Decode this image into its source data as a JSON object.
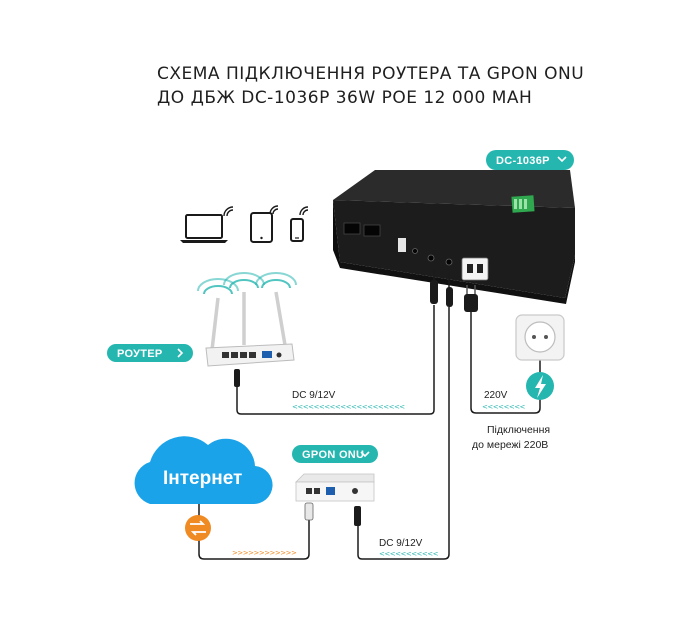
{
  "title": {
    "line1": "СХЕМА ПІДКЛЮЧЕННЯ РОУТЕРА ТА GPON ONU",
    "line2": "ДО ДБЖ DC-1036P 36W POE 12 000 MAH"
  },
  "labels": {
    "ups_model": "DC-1036P",
    "router": "РОУТЕР",
    "gpon_onu": "GPON ONU",
    "internet": "Інтернет",
    "dc_router": "DC 9/12V",
    "dc_onu": "DC 9/12V",
    "ac_voltage": "220V",
    "mains_line1": "Підключення",
    "mains_line2": "до мережі 220В"
  },
  "colors": {
    "accent_teal": "#26b6b0",
    "accent_orange": "#f08a22",
    "cloud_blue": "#1aa3e8",
    "device_dark": "#1c1c1c"
  },
  "icons": [
    "laptop-icon",
    "tablet-icon",
    "smartphone-icon",
    "wifi-icon",
    "lightning-icon",
    "exchange-arrows-icon",
    "chevron-down-icon",
    "chevron-right-icon"
  ]
}
